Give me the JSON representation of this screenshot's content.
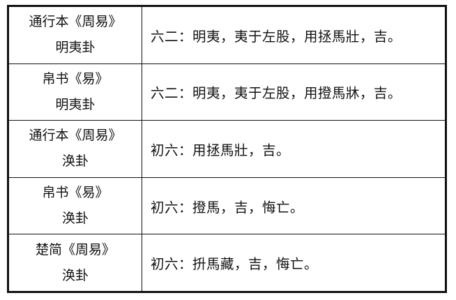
{
  "rows": [
    {
      "source": "通行本《周易》",
      "section": "明夷卦",
      "text": "六二：明夷，夷于左股，用拯馬壯，吉。"
    },
    {
      "source": "帛书《易》",
      "section": "明夷卦",
      "text": "六二：明夷，夷于左股，用撜馬牀，吉。"
    },
    {
      "source": "通行本《周易》",
      "section": "涣卦",
      "text": "初六：用拯馬壯，吉。"
    },
    {
      "source": "帛书《易》",
      "section": "涣卦",
      "text": "初六：撜馬，吉，悔亡。"
    },
    {
      "source": "楚简《周易》",
      "section": "涣卦",
      "text": "初六：抍馬藏，吉，悔亡。"
    }
  ]
}
